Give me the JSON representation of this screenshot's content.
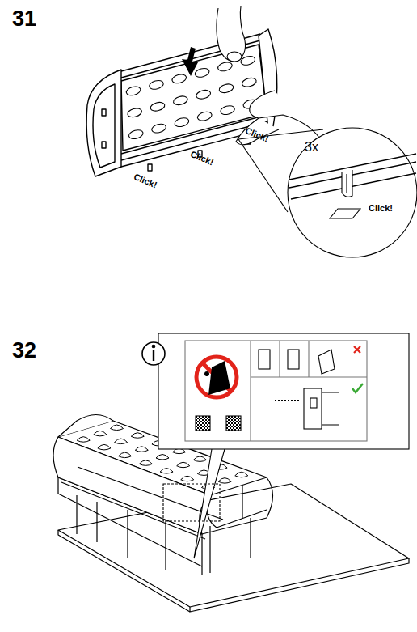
{
  "diagram": {
    "labels": [
      "31",
      "Click!",
      "Click!",
      "Click!",
      "3x",
      "Click!",
      "32"
    ]
  }
}
